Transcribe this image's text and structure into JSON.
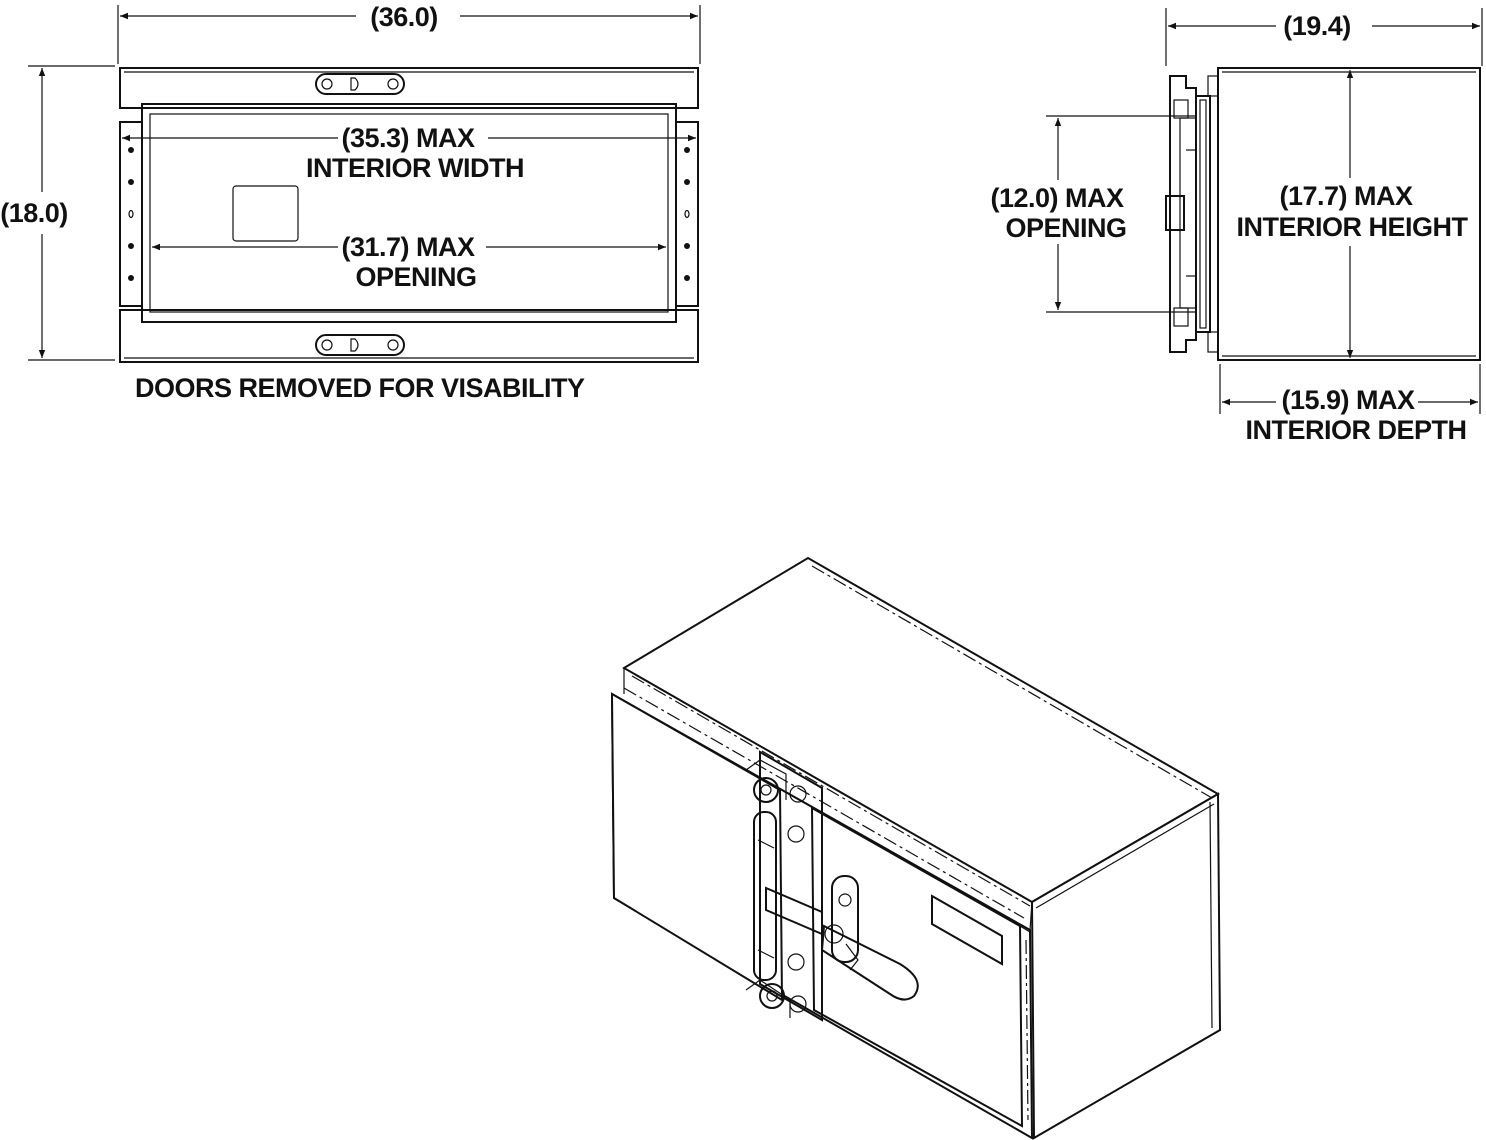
{
  "front_view": {
    "overall_width": "(36.0)",
    "overall_height": "(18.0)",
    "interior_width_value": "(35.3) MAX",
    "interior_width_label": "INTERIOR WIDTH",
    "opening_value": "(31.7) MAX",
    "opening_label": "OPENING",
    "note": "DOORS REMOVED FOR VISABILITY"
  },
  "side_view": {
    "overall_depth": "(19.4)",
    "opening_value": "(12.0) MAX",
    "opening_label": "OPENING",
    "interior_height_value": "(17.7) MAX",
    "interior_height_label": "INTERIOR HEIGHT",
    "interior_depth_value": "(15.9) MAX",
    "interior_depth_label": "INTERIOR DEPTH"
  }
}
